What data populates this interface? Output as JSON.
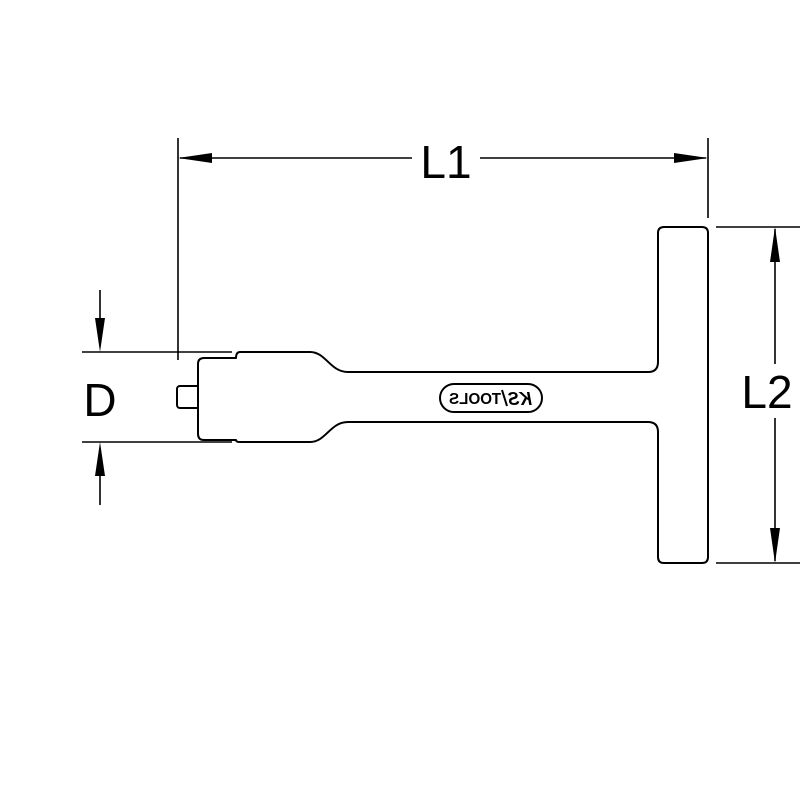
{
  "labels": {
    "length_1": "L1",
    "length_2": "L2",
    "diameter": "D"
  },
  "logo": {
    "ks": "KS",
    "tools": "TOOLS"
  },
  "colors": {
    "stroke": "#000000",
    "background": "#ffffff"
  }
}
